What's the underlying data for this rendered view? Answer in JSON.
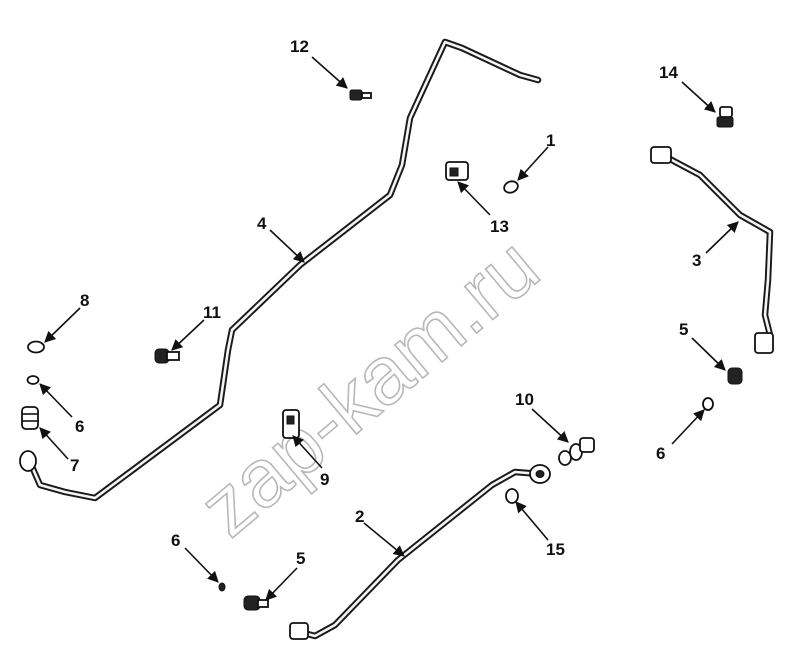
{
  "watermark": "zap-kam.ru",
  "callouts": {
    "c1": "1",
    "c2": "2",
    "c3": "3",
    "c4": "4",
    "c5a": "5",
    "c5b": "5",
    "c6a": "6",
    "c6b": "6",
    "c6c": "6",
    "c7": "7",
    "c8": "8",
    "c9": "9",
    "c10": "10",
    "c11": "11",
    "c12": "12",
    "c13": "13",
    "c14": "14",
    "c15": "15"
  }
}
